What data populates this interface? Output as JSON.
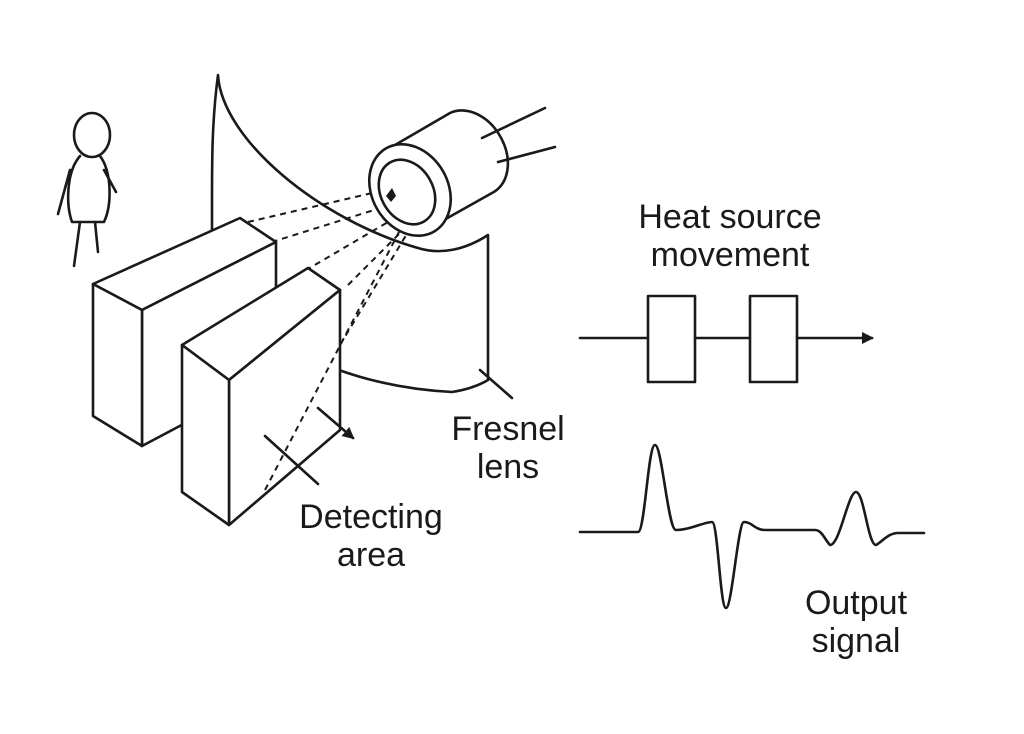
{
  "labels": {
    "heat_source": {
      "line1": "Heat source",
      "line2": "movement"
    },
    "fresnel": {
      "line1": "Fresnel",
      "line2": "lens"
    },
    "detecting": {
      "line1": "Detecting",
      "line2": "area"
    },
    "output": {
      "line1": "Output",
      "line2": "signal"
    }
  },
  "colors": {
    "ink": "#1a1a1a",
    "background": "#ffffff"
  }
}
